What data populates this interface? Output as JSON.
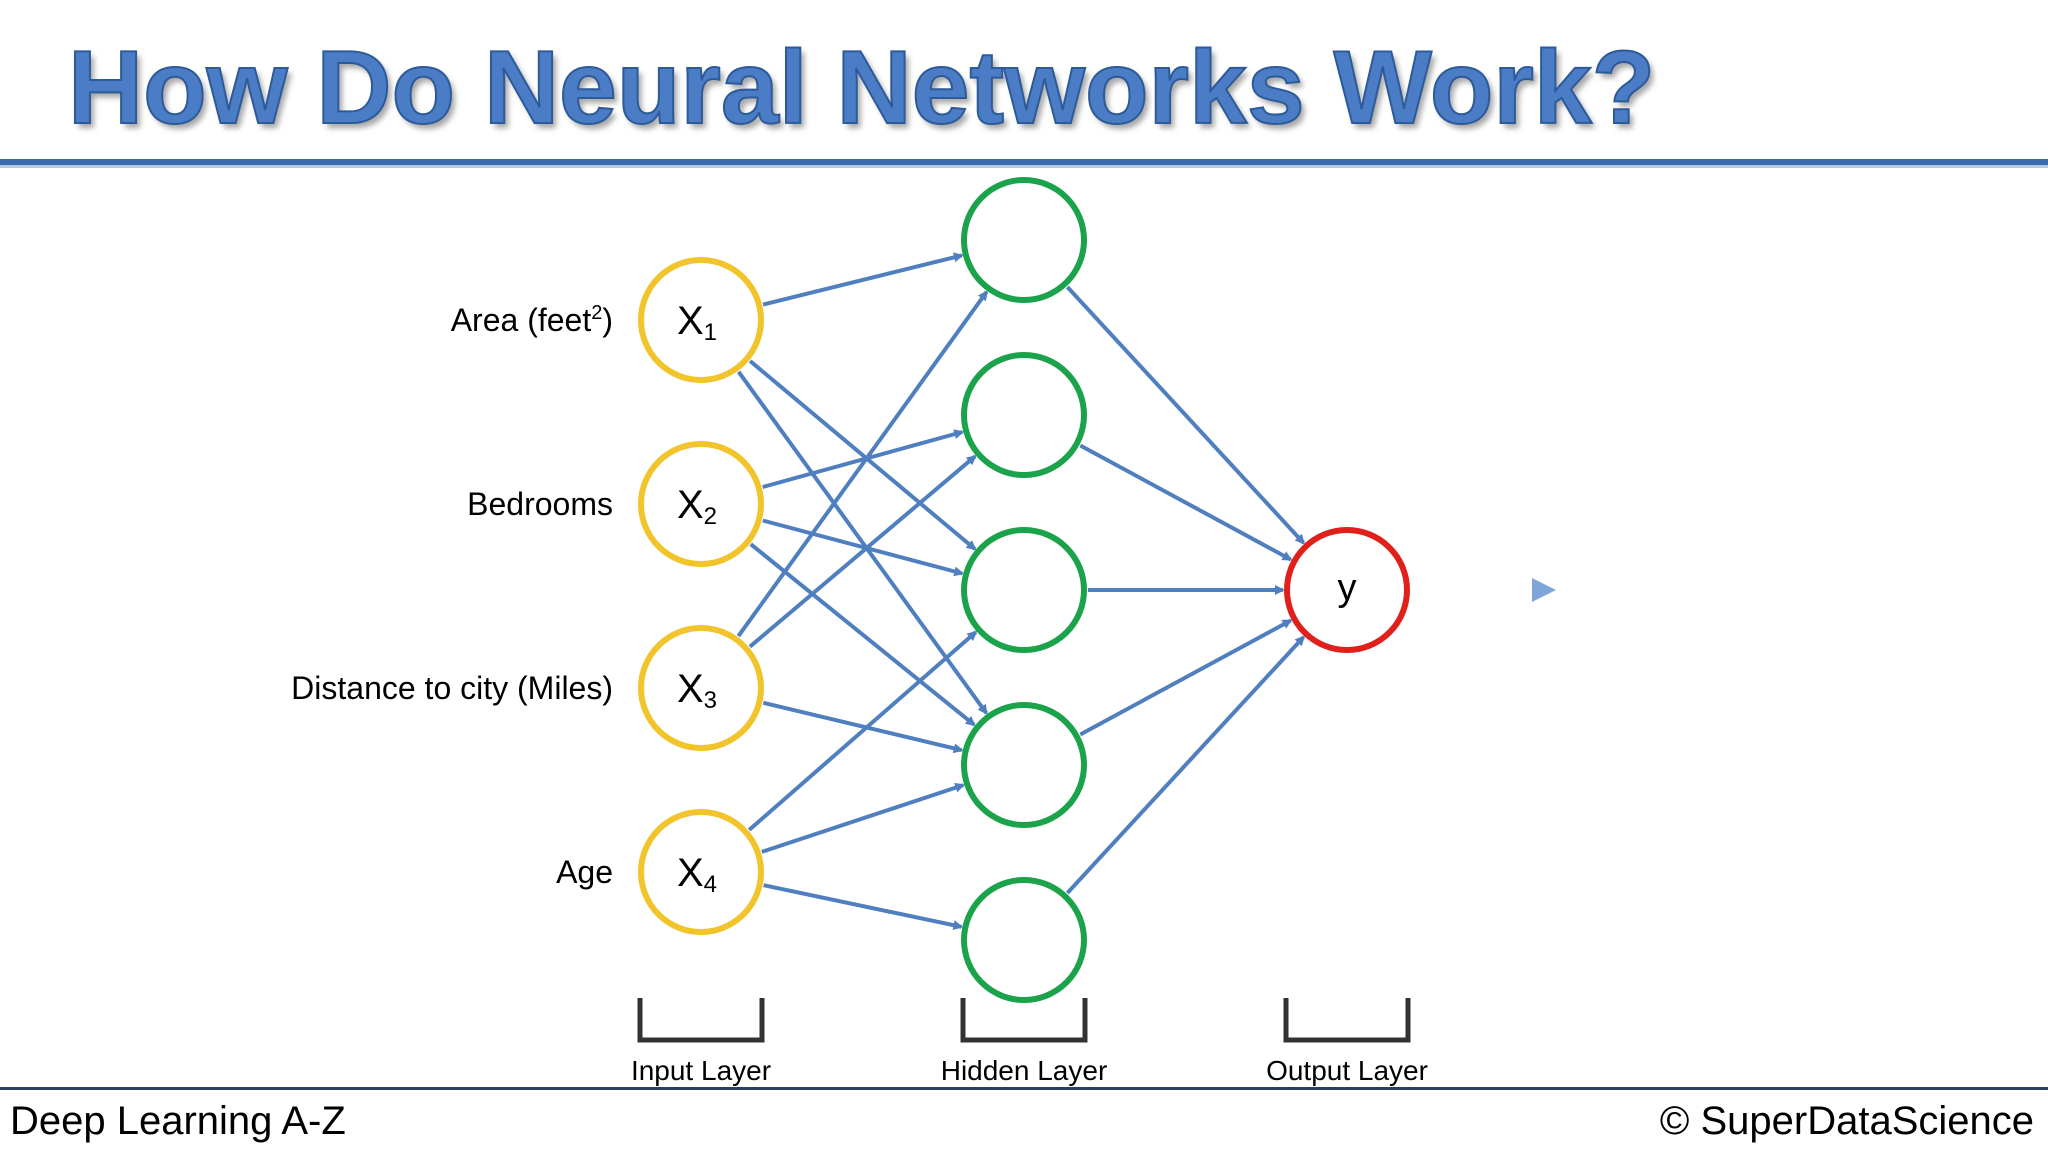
{
  "title": "How Do Neural Networks Work?",
  "input_nodes": [
    {
      "id": "x1",
      "label": "X",
      "sub": "1",
      "feature": "Area (feet",
      "feature_sup": "2",
      "feature_tail": ")"
    },
    {
      "id": "x2",
      "label": "X",
      "sub": "2",
      "feature": "Bedrooms",
      "feature_sup": "",
      "feature_tail": ""
    },
    {
      "id": "x3",
      "label": "X",
      "sub": "3",
      "feature": "Distance to city (Miles)",
      "feature_sup": "",
      "feature_tail": ""
    },
    {
      "id": "x4",
      "label": "X",
      "sub": "4",
      "feature": "Age",
      "feature_sup": "",
      "feature_tail": ""
    }
  ],
  "hidden_nodes": [
    {
      "id": "h1"
    },
    {
      "id": "h2"
    },
    {
      "id": "h3"
    },
    {
      "id": "h4"
    },
    {
      "id": "h5"
    }
  ],
  "output_node": {
    "id": "y",
    "label": "y"
  },
  "connections": [
    [
      "x1",
      "h1"
    ],
    [
      "x1",
      "h3"
    ],
    [
      "x1",
      "h4"
    ],
    [
      "x2",
      "h2"
    ],
    [
      "x2",
      "h3"
    ],
    [
      "x2",
      "h4"
    ],
    [
      "x3",
      "h1"
    ],
    [
      "x3",
      "h2"
    ],
    [
      "x3",
      "h4"
    ],
    [
      "x4",
      "h3"
    ],
    [
      "x4",
      "h4"
    ],
    [
      "x4",
      "h5"
    ],
    [
      "h1",
      "y"
    ],
    [
      "h2",
      "y"
    ],
    [
      "h3",
      "y"
    ],
    [
      "h4",
      "y"
    ],
    [
      "h5",
      "y"
    ]
  ],
  "layer_labels": {
    "input": "Input Layer",
    "hidden": "Hidden Layer",
    "output": "Output Layer"
  },
  "colors": {
    "title": "#4a7dc5",
    "rule": "#3a6bb0",
    "input_node": "#f2c42b",
    "hidden_node": "#1aa34a",
    "output_node": "#e0201b",
    "arrow": "#4f7fbf",
    "bracket": "#333333"
  },
  "footer": {
    "left": "Deep Learning A-Z",
    "right": "© SuperDataScience"
  }
}
